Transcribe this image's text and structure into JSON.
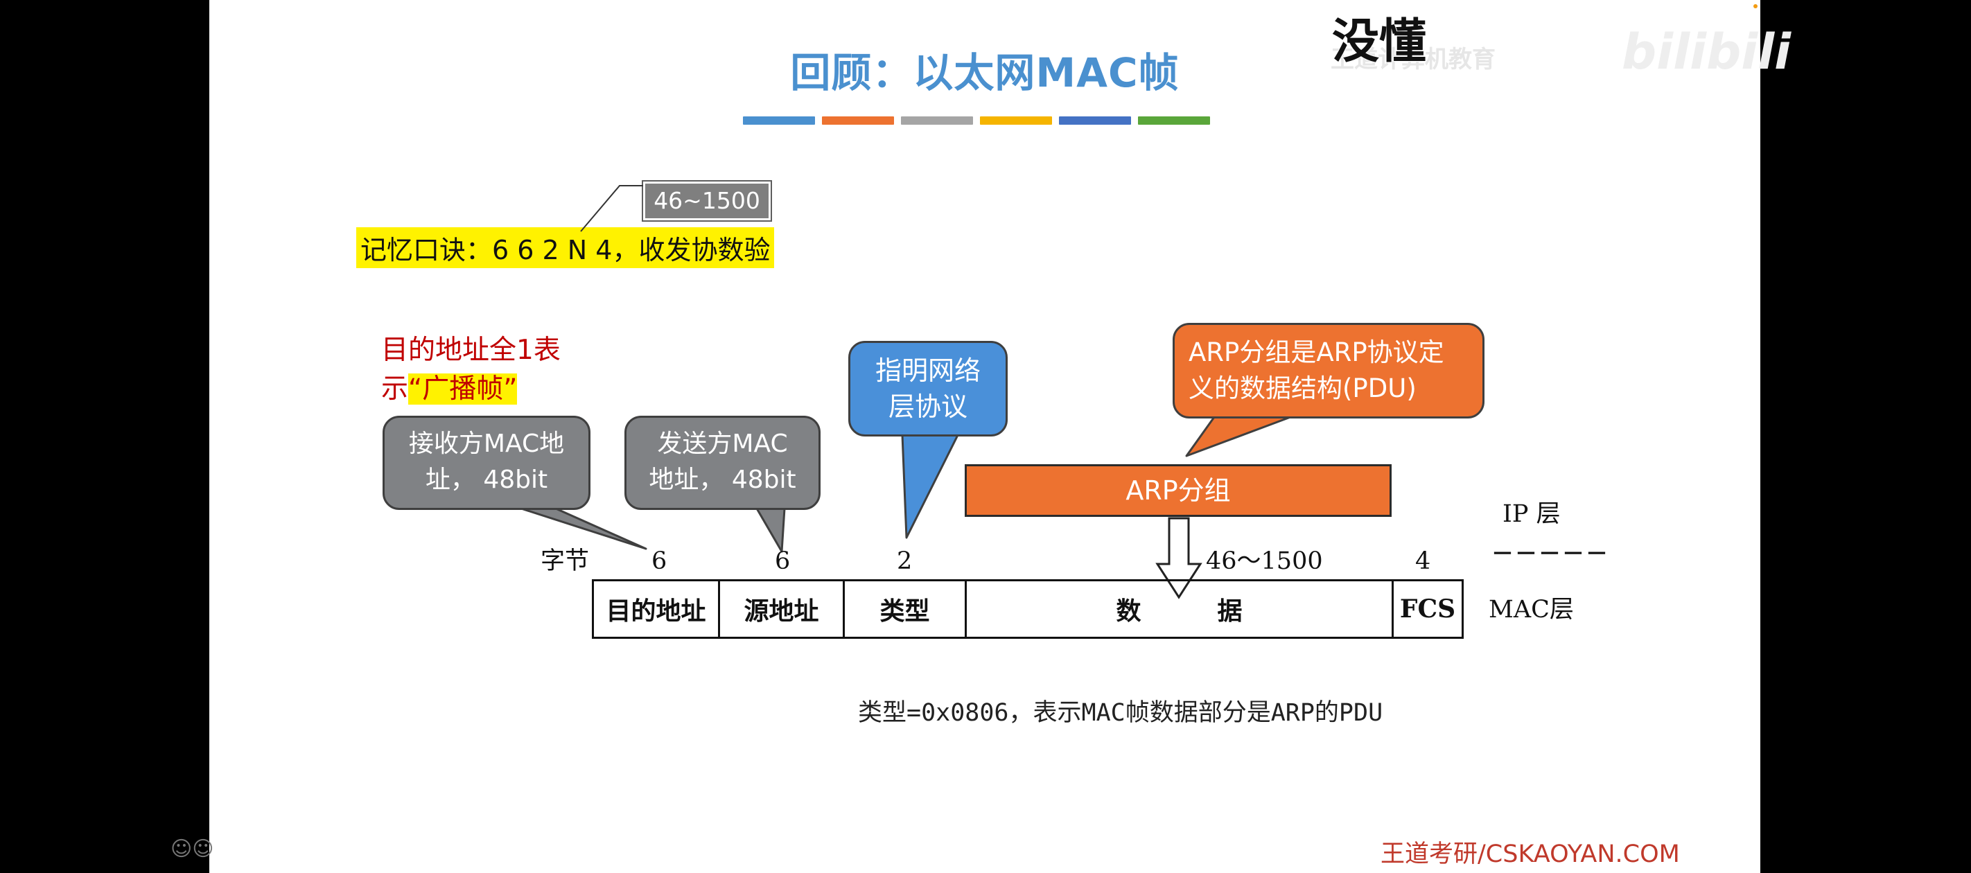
{
  "title": "回顾：以太网MAC帧",
  "title_bar_colors": [
    "#4a90cf",
    "#ed7230",
    "#a5a5a5",
    "#f5b400",
    "#4472c4",
    "#5aa63a"
  ],
  "caption_overlay": "没懂",
  "watermark": {
    "top_text": "王道计算机教育",
    "logo": "bilibili"
  },
  "mnemonic": {
    "text": "记忆口诀：6 6 2 N 4，收发协数验",
    "range_badge": "46~1500"
  },
  "broadcast_note": {
    "line1": "目的地址全1表",
    "line2_prefix": "示",
    "line2_highlight": "“广播帧”"
  },
  "callouts": {
    "dest_line1": "接收方MAC地",
    "dest_line2": "址， 48bit",
    "src_line1": "发送方MAC",
    "src_line2": "地址， 48bit",
    "type_line1": "指明网络",
    "type_line2": "层协议",
    "arp_line1": "ARP分组是ARP协议定",
    "arp_line2": "义的数据结构(PDU)"
  },
  "frame": {
    "bytes_label": "字节",
    "byte_sizes": [
      "6",
      "6",
      "2",
      "46～1500",
      "4"
    ],
    "fields": [
      "目的地址",
      "源地址",
      "类型",
      "数据",
      "FCS"
    ],
    "arp_packet": "ARP分组",
    "ip_layer": "IP 层",
    "ip_dashes": "－－－－－",
    "mac_layer": "MAC层"
  },
  "type_note": "类型=0x0806，表示MAC帧数据部分是ARP的PDU",
  "footer": "王道考研/CSKAOYAN.COM",
  "side_icon": "users-icon"
}
